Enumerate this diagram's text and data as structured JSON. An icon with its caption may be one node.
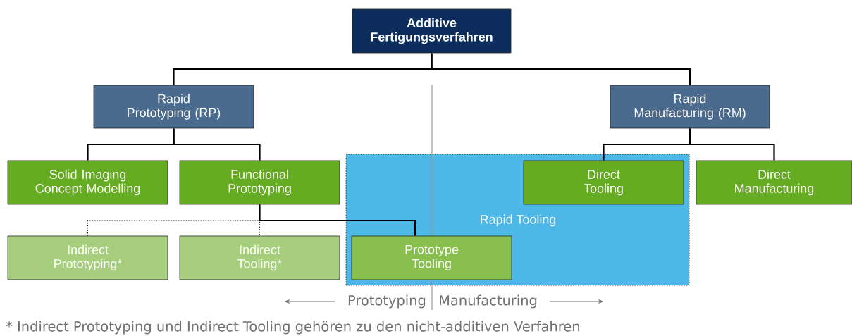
{
  "diagram": {
    "nodes": [
      {
        "text": [
          "Additive Fertigungsverfahren"
        ]
      },
      {
        "text": [
          "Rapid Prototyping (RP)"
        ]
      },
      {
        "text": [
          "Rapid Manufacturing (RM)"
        ]
      },
      {
        "text": [
          "Solid Imaging Concept Modelling"
        ]
      },
      {
        "text": [
          "Functional Prototyping"
        ]
      },
      {
        "text": [
          "Rapid Tooling"
        ]
      },
      {
        "text": [
          "Direct Tooling"
        ],
        "in": 5
      },
      {
        "text": [
          "Direct Manufacturing"
        ]
      },
      {
        "text": [
          "Indirect Prototyping*"
        ]
      },
      {
        "text": [
          "Indirect Tooling*"
        ]
      },
      {
        "text": [
          "Prototype Tooling"
        ],
        "in": 5
      }
    ],
    "edges": [
      {
        "from": 0,
        "to": 1,
        "arrow": "none"
      },
      {
        "from": 0,
        "to": 2,
        "arrow": "none"
      },
      {
        "from": 1,
        "to": 3,
        "arrow": "none"
      },
      {
        "from": 1,
        "to": 4,
        "arrow": "none"
      },
      {
        "from": 2,
        "to": 6,
        "arrow": "none"
      },
      {
        "from": 2,
        "to": 7,
        "arrow": "none"
      },
      {
        "from": 4,
        "to": 8,
        "arrow": "none",
        "style": "dashed"
      },
      {
        "from": 4,
        "to": 9,
        "arrow": "none",
        "style": "dashed"
      },
      {
        "from": 4,
        "to": 10,
        "arrow": "none"
      }
    ],
    "labels": [
      "Prototyping",
      "Manufacturing",
      "* Indirect Prototyping und Indirect Tooling gehören zu den nicht-additiven Verfahren"
    ]
  }
}
